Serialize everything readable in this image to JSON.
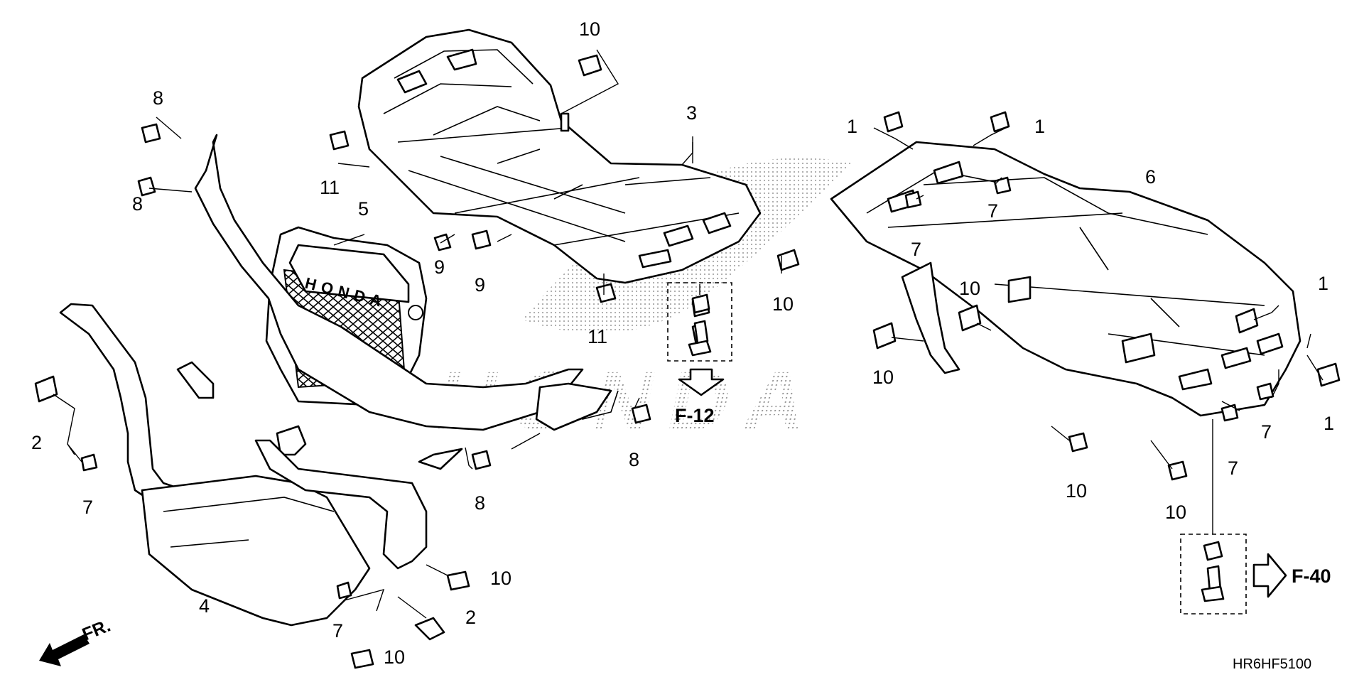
{
  "diagram": {
    "drawing_code": "HR6HF5100",
    "direction_label": "FR.",
    "references": [
      {
        "id": "ref-f12",
        "text": "F-12"
      },
      {
        "id": "ref-f40",
        "text": "F-40"
      }
    ],
    "watermark_text": "HONDA",
    "grille_emblem_text": "HONDA",
    "callouts": [
      {
        "id": "c-10-top",
        "text": "10"
      },
      {
        "id": "c-8-a",
        "text": "8"
      },
      {
        "id": "c-8-b",
        "text": "8"
      },
      {
        "id": "c-3",
        "text": "3"
      },
      {
        "id": "c-11-a",
        "text": "11"
      },
      {
        "id": "c-5",
        "text": "5"
      },
      {
        "id": "c-9-a",
        "text": "9"
      },
      {
        "id": "c-9-b",
        "text": "9"
      },
      {
        "id": "c-11-b",
        "text": "11"
      },
      {
        "id": "c-10-mid",
        "text": "10"
      },
      {
        "id": "c-8-c",
        "text": "8"
      },
      {
        "id": "c-8-d",
        "text": "8"
      },
      {
        "id": "c-2-a",
        "text": "2"
      },
      {
        "id": "c-7-a",
        "text": "7"
      },
      {
        "id": "c-4",
        "text": "4"
      },
      {
        "id": "c-7-b",
        "text": "7"
      },
      {
        "id": "c-10-lb1",
        "text": "10"
      },
      {
        "id": "c-2-b",
        "text": "2"
      },
      {
        "id": "c-10-lb2",
        "text": "10"
      },
      {
        "id": "c-1-a",
        "text": "1"
      },
      {
        "id": "c-1-b",
        "text": "1"
      },
      {
        "id": "c-6",
        "text": "6"
      },
      {
        "id": "c-7-c",
        "text": "7"
      },
      {
        "id": "c-7-d",
        "text": "7"
      },
      {
        "id": "c-10-r1",
        "text": "10"
      },
      {
        "id": "c-10-r2",
        "text": "10"
      },
      {
        "id": "c-1-c",
        "text": "1"
      },
      {
        "id": "c-1-d",
        "text": "1"
      },
      {
        "id": "c-7-e",
        "text": "7"
      },
      {
        "id": "c-7-f",
        "text": "7"
      },
      {
        "id": "c-10-r3",
        "text": "10"
      },
      {
        "id": "c-10-r4",
        "text": "10"
      }
    ]
  }
}
